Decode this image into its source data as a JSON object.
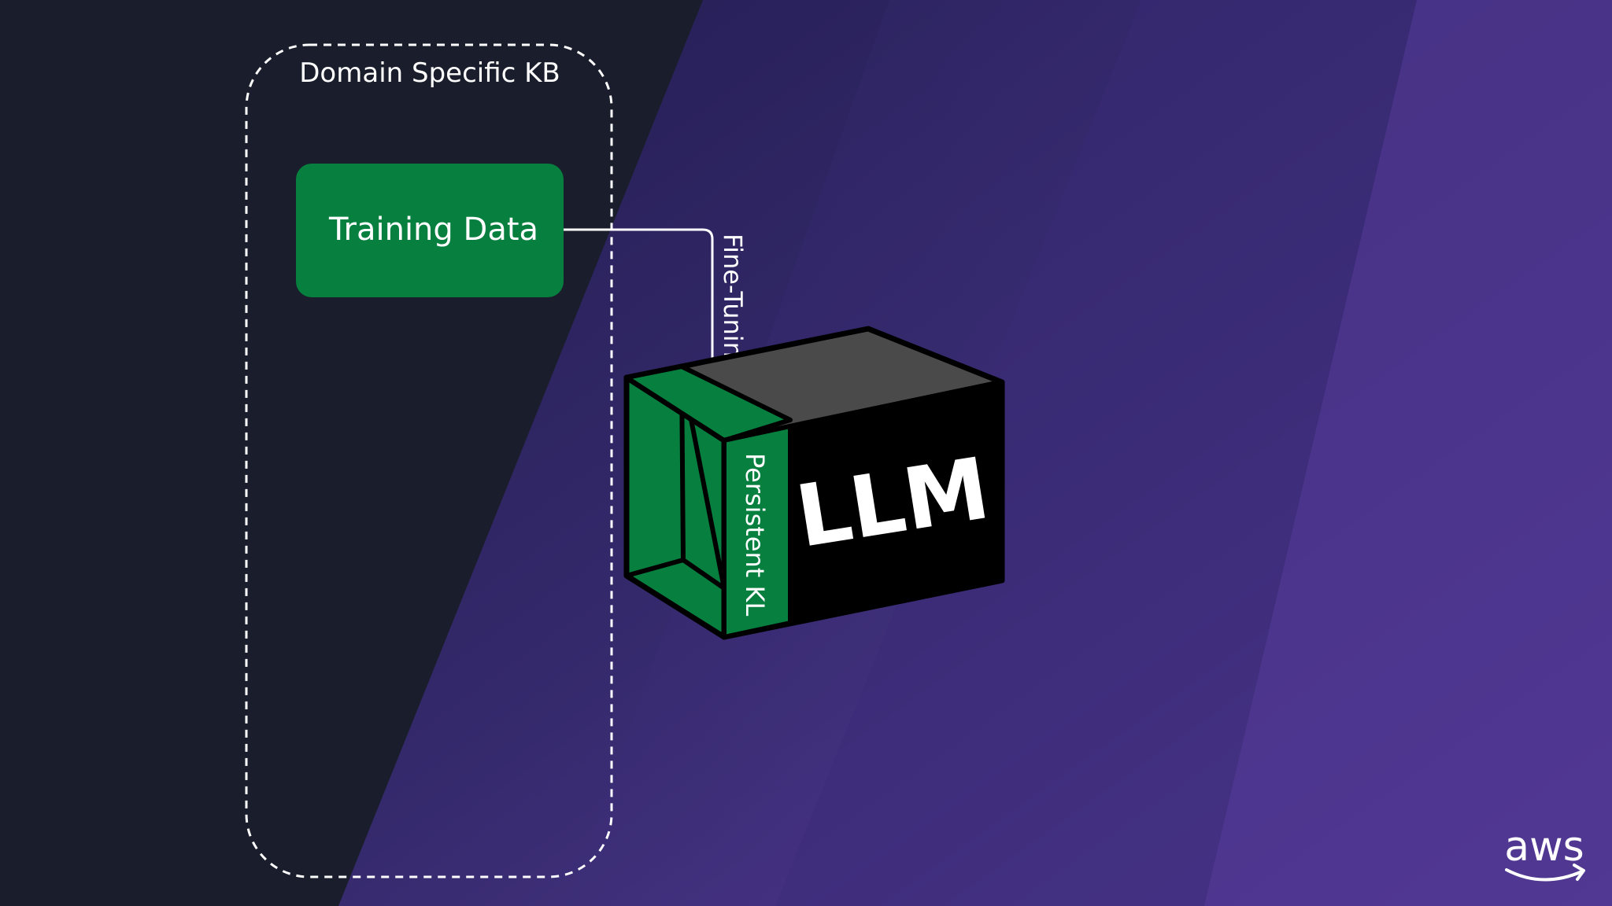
{
  "diagram": {
    "group": {
      "title": "Domain Specific KB"
    },
    "training_box": {
      "label": "Training Data"
    },
    "arrow": {
      "label": "Fine-Tuning"
    },
    "cube": {
      "front_label": "LLM",
      "layer_label": "Persistent KL"
    }
  },
  "branding": {
    "logo_text": "aws"
  },
  "colors": {
    "background_dark": "#1a1d2b",
    "background_purple": "#3f2f7c",
    "accent_green": "#067f3f",
    "cube_top": "#4a4a4a",
    "cube_front": "#000000",
    "text": "#ffffff"
  }
}
